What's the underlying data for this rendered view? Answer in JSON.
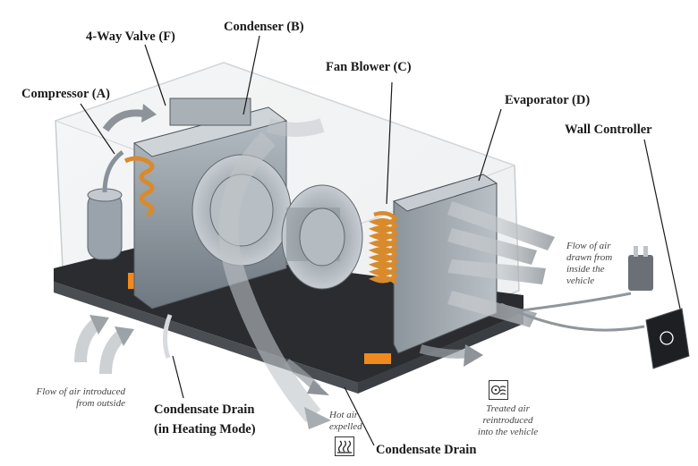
{
  "labels": {
    "four_way_valve": "4-Way Valve (F)",
    "condenser": "Condenser (B)",
    "fan_blower": "Fan Blower (C)",
    "compressor": "Compressor (A)",
    "evaporator": "Evaporator (D)",
    "wall_controller": "Wall Controller",
    "condensate_drain_heating_line1": "Condensate Drain",
    "condensate_drain_heating_line2": "(in Heating Mode)",
    "condensate_drain": "Condensate Drain"
  },
  "notes": {
    "flow_inside": [
      "Flow of air",
      "drawn from",
      "inside the",
      "vehicle"
    ],
    "flow_outside": [
      "Flow of air introduced",
      "from outside"
    ],
    "hot_air": [
      "Hot air",
      "expelled"
    ],
    "treated_air": [
      "Treated air",
      "reintroduced",
      "into the vehicle"
    ]
  },
  "icons": {
    "hot_air": "heat-waves-icon",
    "treated_air": "fan-airflow-icon"
  },
  "colors": {
    "unit_gray": "#9aa3ab",
    "coil_copper": "#d98a2b",
    "drain_orange": "#f08a1e",
    "base_dark": "#2a2c30",
    "arrow_gray": "#b8bcc0"
  }
}
